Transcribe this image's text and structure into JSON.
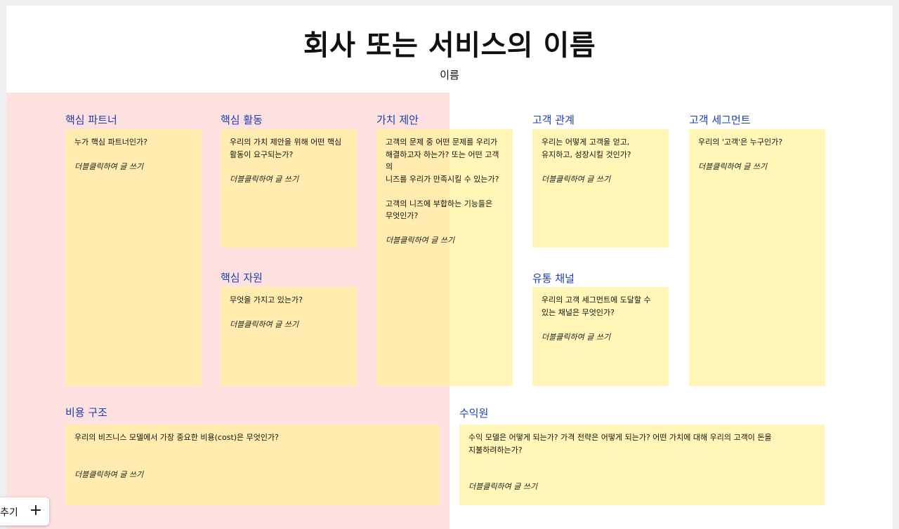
{
  "canvas": {
    "title": "회사 또는 서비스의 이름",
    "subtitle": "이름"
  },
  "blocks": {
    "key_partners": {
      "title": "핵심 파트너",
      "question": "누가 핵심 파트너인가?",
      "hint": "더블클릭하여 글 쓰기"
    },
    "key_activities": {
      "title": "핵심 활동",
      "question": "우리의 가치 제안을 위해 어떤 핵심\n활동이 요구되는가?",
      "hint": "더블클릭하여 글 쓰기"
    },
    "key_resources": {
      "title": "핵심 자원",
      "question": "무엇을 가지고 있는가?",
      "hint": "더블클릭하여 글 쓰기"
    },
    "value_propositions": {
      "title": "가치 제안",
      "question": "고객의 문제 중 어떤 문제를 우리가\n해결하고자 하는가? 또는 어떤 고객의\n니즈를 우리가 만족시킬 수 있는가?",
      "question2": "고객의 니즈에 부합하는 기능들은\n무엇인가?",
      "hint": "더블클릭하여 글 쓰기"
    },
    "customer_relationships": {
      "title": "고객 관계",
      "question": "우리는 어떻게 고객을 얻고,\n유지하고, 성장시킬 것인가?",
      "hint": "더블클릭하여 글 쓰기"
    },
    "channels": {
      "title": "유통 채널",
      "question": "우리의 고객 세그먼트에 도달할 수\n있는 채널은 무엇인가?",
      "hint": "더블클릭하여 글 쓰기"
    },
    "customer_segments": {
      "title": "고객 세그먼트",
      "question": "우리의 '고객'은 누구인가?",
      "hint": "더블클릭하여 글 쓰기"
    },
    "cost_structure": {
      "title": "비용 구조",
      "question": "우리의 비즈니스 모델에서 가장 중요한 비용(cost)은 무엇인가?",
      "hint": "더블클릭하여 글 쓰기"
    },
    "revenue_streams": {
      "title": "수익원",
      "question": "수익 모델은 어떻게 되는가? 가격 전략은 어떻게 되는가? 어떤 가치에 대해 우리의 고객이 돈을\n지불하려하는가?",
      "hint": "더블클릭하여 글 쓰기"
    }
  },
  "toolbar": {
    "label": "추기",
    "add_icon": "plus-icon",
    "add_glyph": "+"
  },
  "colors": {
    "note_fill": "#fff196",
    "pink_zone": "#fde1e1",
    "heading": "#1e3db0"
  }
}
